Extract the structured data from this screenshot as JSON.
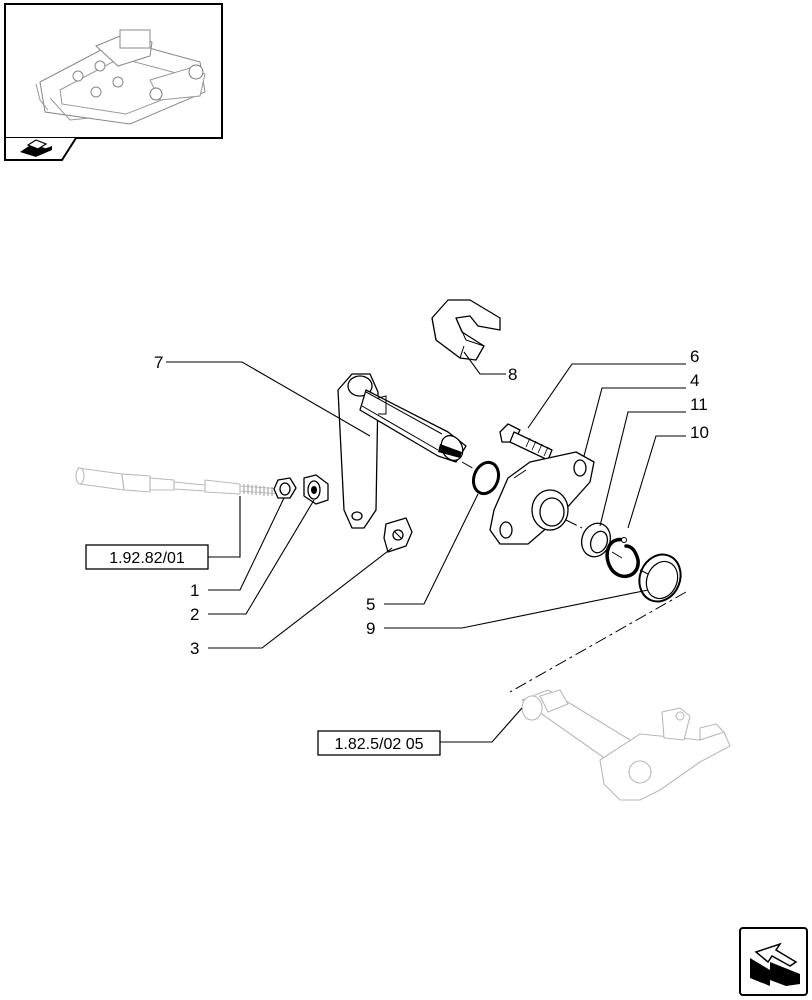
{
  "callouts": {
    "c1": "1",
    "c2": "2",
    "c3": "3",
    "c4": "4",
    "c5": "5",
    "c6": "6",
    "c7": "7",
    "c8": "8",
    "c9": "9",
    "c10": "10",
    "c11": "11"
  },
  "references": {
    "cable_ref": "1.92.82/01",
    "lever_ref": "1.82.5/02 05"
  },
  "icons": {
    "thumbnail": "tractor-lift-cover-thumbnail",
    "section_tab": "book-page-icon",
    "next_page": "next-page-arrow-icon"
  }
}
